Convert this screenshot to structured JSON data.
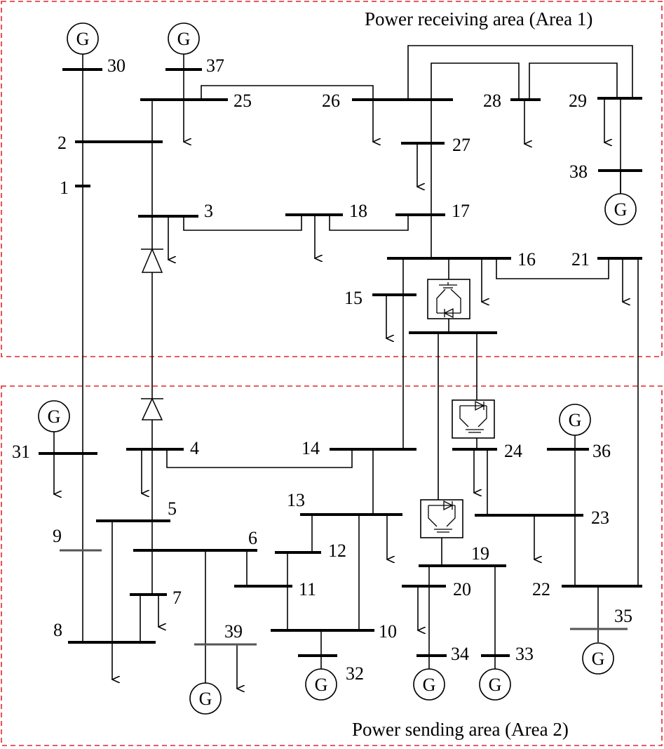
{
  "areas": {
    "receiving": "Power receiving area (Area 1)",
    "sending": "Power sending area (Area 2)"
  },
  "generator_symbol": "G",
  "buses": {
    "b1": "1",
    "b2": "2",
    "b3": "3",
    "b4": "4",
    "b5": "5",
    "b6": "6",
    "b7": "7",
    "b8": "8",
    "b9": "9",
    "b10": "10",
    "b11": "11",
    "b12": "12",
    "b13": "13",
    "b14": "14",
    "b15": "15",
    "b16": "16",
    "b17": "17",
    "b18": "18",
    "b19": "19",
    "b20": "20",
    "b21": "21",
    "b22": "22",
    "b23": "23",
    "b24": "24",
    "b25": "25",
    "b26": "26",
    "b27": "27",
    "b28": "28",
    "b29": "29",
    "b30": "30",
    "b31": "31",
    "b32": "32",
    "b33": "33",
    "b34": "34",
    "b35": "35",
    "b36": "36",
    "b37": "37",
    "b38": "38",
    "b39": "39"
  }
}
